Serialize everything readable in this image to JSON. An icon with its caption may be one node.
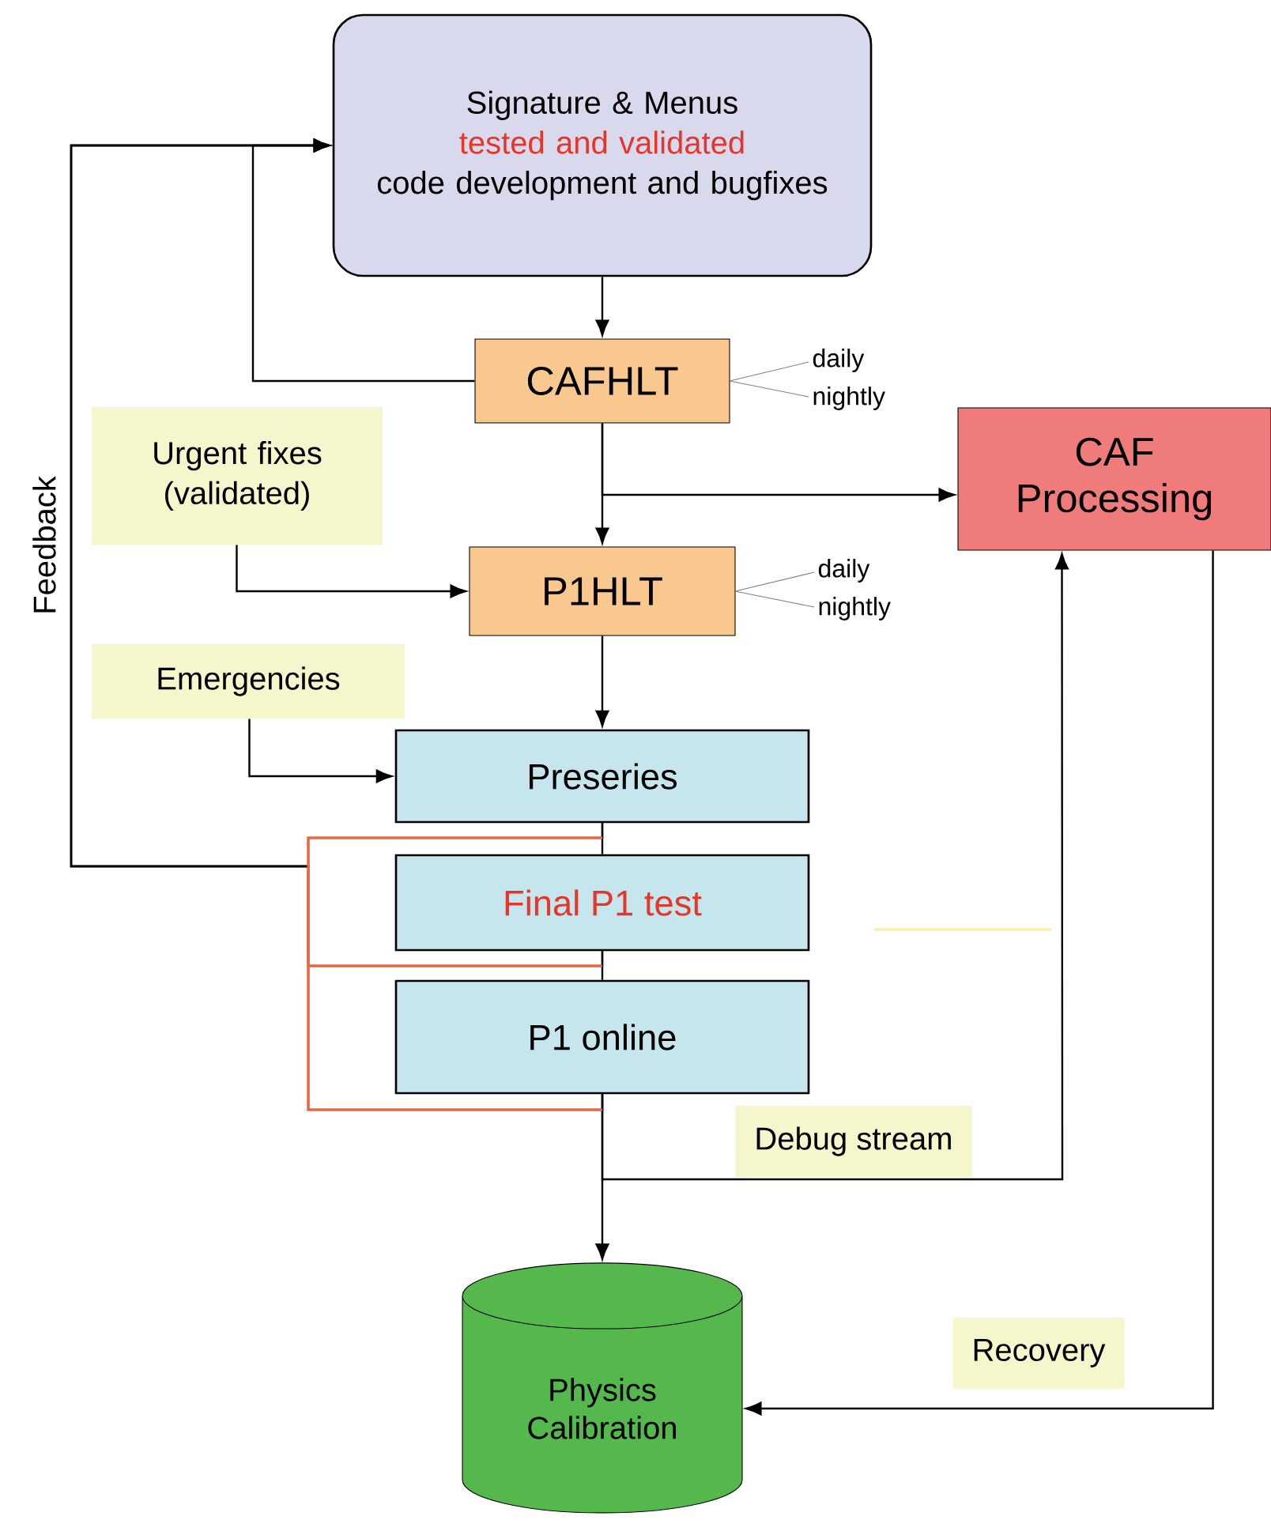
{
  "diagram": {
    "nodes": [
      {
        "text": [
          "Signature & Menus",
          "tested and validated",
          "code development and bugfixes"
        ]
      },
      {
        "text": [
          "CAFHLT"
        ],
        "beside": [
          "daily",
          "nightly"
        ]
      },
      {
        "text": [
          "CAF Processing"
        ]
      },
      {
        "text": [
          "Urgent fixes (validated)"
        ]
      },
      {
        "text": [
          "P1HLT"
        ],
        "beside": [
          "daily",
          "nightly"
        ]
      },
      {
        "text": [
          "Emergencies"
        ]
      },
      {
        "text": [
          "Preseries"
        ]
      },
      {
        "text": [
          "Final P1 test"
        ]
      },
      {
        "text": [
          "P1 online"
        ]
      },
      {
        "text": [
          "Physics Calibration"
        ]
      }
    ],
    "edges": [
      {
        "from": 0,
        "to": 1,
        "arrow": "to"
      },
      {
        "from": 1,
        "to": 0,
        "arrow": "to"
      },
      {
        "from": 1,
        "to": 4,
        "arrow": "to"
      },
      {
        "from": 1,
        "to": 2,
        "arrow": "to"
      },
      {
        "from": 3,
        "to": 4,
        "arrow": "to"
      },
      {
        "from": 4,
        "to": 6,
        "arrow": "to"
      },
      {
        "from": 5,
        "to": 6,
        "arrow": "to"
      },
      {
        "from": 6,
        "to": 7,
        "arrow": "none"
      },
      {
        "from": 7,
        "to": 8,
        "arrow": "none"
      },
      {
        "from": 8,
        "to": 9,
        "arrow": "to"
      },
      {
        "from": 8,
        "to": 2,
        "arrow": "to",
        "label": "Debug stream"
      },
      {
        "from": 2,
        "to": 9,
        "arrow": "to",
        "label": "Recovery"
      },
      {
        "from": 6,
        "to": 0,
        "arrow": "to",
        "label": "Feedback"
      },
      {
        "from": 7,
        "to": 0,
        "arrow": "to"
      },
      {
        "from": 8,
        "to": 0,
        "arrow": "to"
      }
    ]
  }
}
